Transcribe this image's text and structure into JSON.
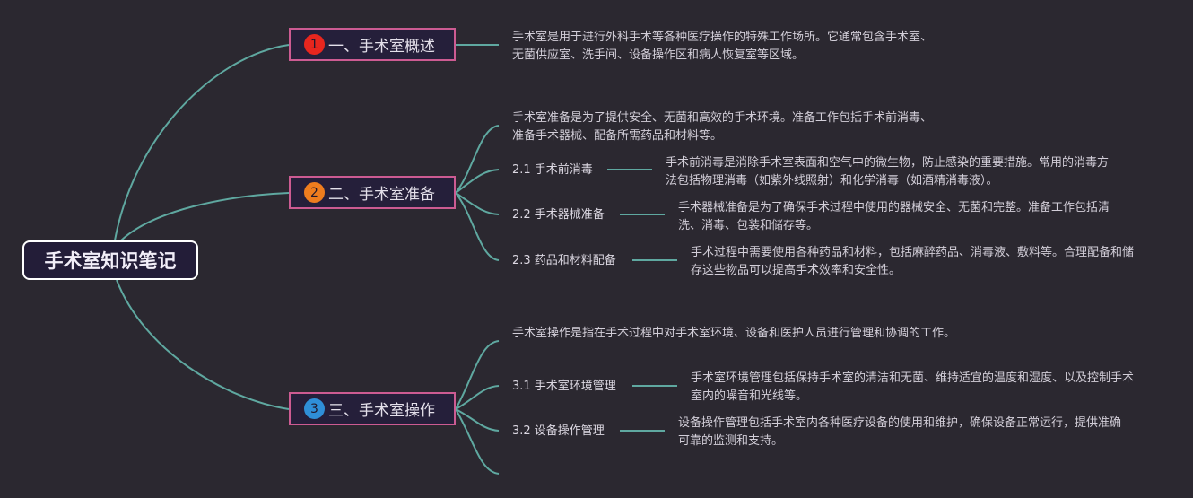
{
  "root": {
    "title": "手术室知识笔记"
  },
  "topics": [
    {
      "badge": "1",
      "title": "一、手术室概述"
    },
    {
      "badge": "2",
      "title": "二、手术室准备"
    },
    {
      "badge": "3",
      "title": "三、手术室操作"
    }
  ],
  "topic1": {
    "desc": "手术室是用于进行外科手术等各种医疗操作的特殊工作场所。它通常包含手术室、无菌供应室、洗手间、设备操作区和病人恢复室等区域。"
  },
  "topic2": {
    "desc": "手术室准备是为了提供安全、无菌和高效的手术环境。准备工作包括手术前消毒、准备手术器械、配备所需药品和材料等。",
    "subs": [
      {
        "label": "2.1 手术前消毒",
        "desc": "手术前消毒是消除手术室表面和空气中的微生物，防止感染的重要措施。常用的消毒方法包括物理消毒（如紫外线照射）和化学消毒（如酒精消毒液）。"
      },
      {
        "label": "2.2 手术器械准备",
        "desc": "手术器械准备是为了确保手术过程中使用的器械安全、无菌和完整。准备工作包括清洗、消毒、包装和储存等。"
      },
      {
        "label": "2.3 药品和材料配备",
        "desc": "手术过程中需要使用各种药品和材料，包括麻醉药品、消毒液、敷料等。合理配备和储存这些物品可以提高手术效率和安全性。"
      }
    ]
  },
  "topic3": {
    "desc": "手术室操作是指在手术过程中对手术室环境、设备和医护人员进行管理和协调的工作。",
    "subs": [
      {
        "label": "3.1 手术室环境管理",
        "desc": "手术室环境管理包括保持手术室的清洁和无菌、维持适宜的温度和湿度、以及控制手术室内的噪音和光线等。"
      },
      {
        "label": "3.2 设备操作管理",
        "desc": "设备操作管理包括手术室内各种医疗设备的使用和维护，确保设备正常运行，提供准确可靠的监测和支持。"
      }
    ]
  },
  "colors": {
    "background": "#2b2830",
    "connector": "#5fa8a0",
    "topic_border": "#cc5b92",
    "badge_1": "#e8261e",
    "badge_2": "#ee7d1e",
    "badge_3": "#2f8fd8"
  }
}
